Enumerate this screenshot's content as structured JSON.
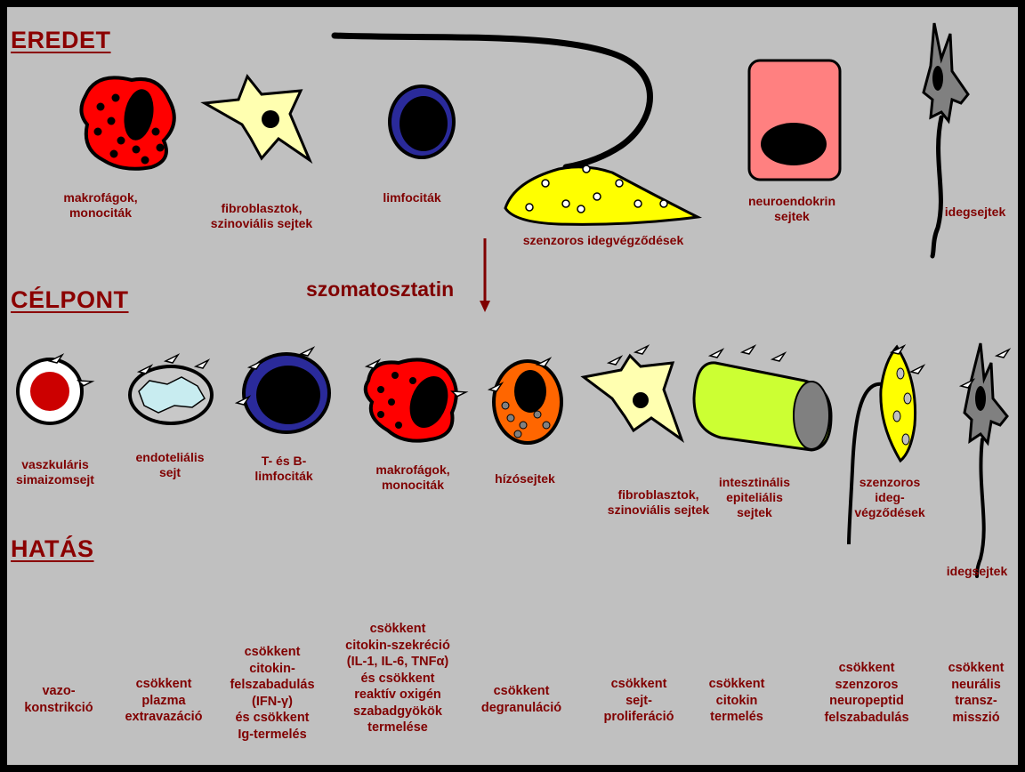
{
  "headings": {
    "origin": "EREDET",
    "target": "CÉLPONT",
    "effect": "HATÁS"
  },
  "central_label": "szomatosztatin",
  "origin_labels": {
    "macrophages": "makrofágok,\nmonociták",
    "fibroblasts": "fibroblasztok,\nszinoviális sejtek",
    "lymphocytes": "limfociták",
    "sensory_endings": "szenzoros idegvégződések",
    "neuroendocrine": "neuroendokrin\nsejtek",
    "neurons": "idegsejtek"
  },
  "target_labels": {
    "vascular_smooth_muscle": "vaszkuláris\nsimaizomsejt",
    "endothelial": "endoteliális\nsejt",
    "tb_lymphocytes": "T- és B-\nlimfociták",
    "macrophages": "makrofágok,\nmonociták",
    "mast_cells": "hízósejtek",
    "fibroblasts": "fibroblasztok,\nszinoviális sejtek",
    "intestinal_epithelial": "intesztinális\nepiteliális\nsejtek",
    "sensory_endings": "szenzoros\nideg-\nvégződések",
    "neurons": "idegsejtek"
  },
  "effects": {
    "vasoconstriction": "vazo-\nkonstrikció",
    "plasma_extravasation": "csökkent\nplazma\nextravazáció",
    "cytokine_release": "csökkent\ncitokin-\nfelszabadulás\n(IFN-γ)\nés csökkent\nIg-termelés",
    "cytokine_secretion": "csökkent\ncitokin-szekréció\n(IL-1, IL-6, TNFα)\nés csökkent\nreaktív oxigén\nszabadgyökök\ntermelése",
    "degranulation": "csökkent\ndegranuláció",
    "cell_proliferation": "csökkent\nsejt-\nproliferáció",
    "cytokine_production": "csökkent\ncitokin\ntermelés",
    "neuropeptide_release": "csökkent\nszenzoros\nneuropeptid\nfelszabadulás",
    "neural_transmission": "csökkent\nneurális\ntransz-\nmisszió"
  },
  "colors": {
    "background": "#c0c0c0",
    "label_text": "#800000",
    "heading_text": "#8b0000",
    "macrophage": "#ff0000",
    "fibroblast": "#ffffb0",
    "lymphocyte": "#2a2a9a",
    "sensory_ending": "#ffff00",
    "neuroendocrine": "#ff8080",
    "neuron": "#808080",
    "mast_cell": "#ff6600",
    "epithelial": "#ccff33",
    "smooth_muscle": "#cc0000",
    "endothelial": "#c8ecf0"
  }
}
